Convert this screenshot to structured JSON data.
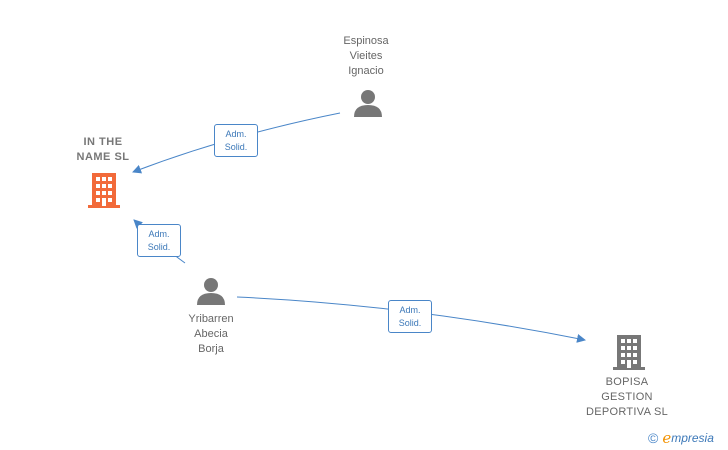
{
  "nodes": {
    "in_the_name": {
      "label": "IN THE\nNAME  SL",
      "type": "company",
      "color": "#f26a3a"
    },
    "espinosa": {
      "label": "Espinosa\nVieites\nIgnacio",
      "type": "person",
      "color": "#777777"
    },
    "yribarren": {
      "label": "Yribarren\nAbecia\nBorja",
      "type": "person",
      "color": "#777777"
    },
    "bopisa": {
      "label": "BOPISA\nGESTION\nDEPORTIVA SL",
      "type": "company",
      "color": "#777777"
    }
  },
  "edges": [
    {
      "from": "espinosa",
      "to": "in_the_name",
      "label": "Adm.\nSolid."
    },
    {
      "from": "yribarren",
      "to": "in_the_name",
      "label": "Adm.\nSolid."
    },
    {
      "from": "yribarren",
      "to": "bopisa",
      "label": "Adm.\nSolid."
    }
  ],
  "colors": {
    "edge": "#4a86c8",
    "label_text": "#666666"
  },
  "brand": {
    "copyright_icon": "copyright-icon",
    "e_letter": "e",
    "name": "mpresia"
  }
}
